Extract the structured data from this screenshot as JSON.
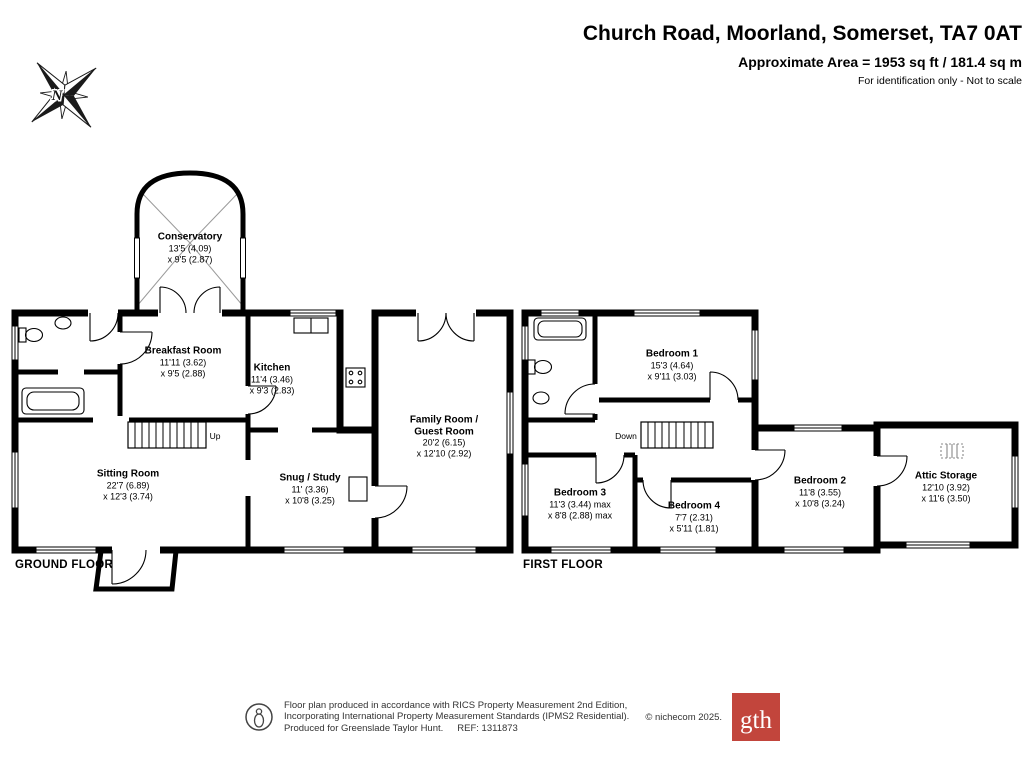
{
  "header": {
    "title": "Church Road, Moorland, Somerset, TA7 0AT",
    "area": "Approximate Area = 1953 sq ft / 181.4 sq m",
    "disclaimer": "For identification only - Not to scale"
  },
  "compass": {
    "north_label": "N"
  },
  "ground_floor": {
    "label": "GROUND FLOOR",
    "stairs_label": "Up",
    "rooms": {
      "conservatory": {
        "name": "Conservatory",
        "dim1": "13'5 (4.09)",
        "dim2": "x 9'5 (2.87)"
      },
      "breakfast_room": {
        "name": "Breakfast Room",
        "dim1": "11'11 (3.62)",
        "dim2": "x 9'5 (2.88)"
      },
      "kitchen": {
        "name": "Kitchen",
        "dim1": "11'4 (3.46)",
        "dim2": "x 9'3 (2.83)"
      },
      "sitting_room": {
        "name": "Sitting Room",
        "dim1": "22'7 (6.89)",
        "dim2": "x 12'3 (3.74)"
      },
      "snug_study": {
        "name": "Snug / Study",
        "dim1": "11' (3.36)",
        "dim2": "x 10'8 (3.25)"
      },
      "family_room": {
        "name": "Family Room /",
        "name2": "Guest Room",
        "dim1": "20'2 (6.15)",
        "dim2": "x 12'10 (2.92)"
      }
    }
  },
  "first_floor": {
    "label": "FIRST FLOOR",
    "stairs_label": "Down",
    "rooms": {
      "bedroom1": {
        "name": "Bedroom 1",
        "dim1": "15'3 (4.64)",
        "dim2": "x 9'11 (3.03)"
      },
      "bedroom2": {
        "name": "Bedroom 2",
        "dim1": "11'8 (3.55)",
        "dim2": "x 10'8 (3.24)"
      },
      "bedroom3": {
        "name": "Bedroom 3",
        "dim1": "11'3 (3.44) max",
        "dim2": "x 8'8 (2.88) max"
      },
      "bedroom4": {
        "name": "Bedroom 4",
        "dim1": "7'7 (2.31)",
        "dim2": "x 5'11 (1.81)"
      },
      "attic_storage": {
        "name": "Attic Storage",
        "dim1": "12'10 (3.92)",
        "dim2": "x 11'6 (3.50)"
      }
    }
  },
  "footer": {
    "line1": "Floor plan produced in accordance with RICS Property Measurement 2nd Edition,",
    "line2": "Incorporating International Property Measurement Standards (IPMS2 Residential).",
    "produced_for": "Produced for Greenslade Taylor Hunt.",
    "ref": "REF: 1311873",
    "copyright": "© nichecom 2025.",
    "logo_text": "gth",
    "logo_color": "#c2453c",
    "wall_color": "#000000"
  }
}
